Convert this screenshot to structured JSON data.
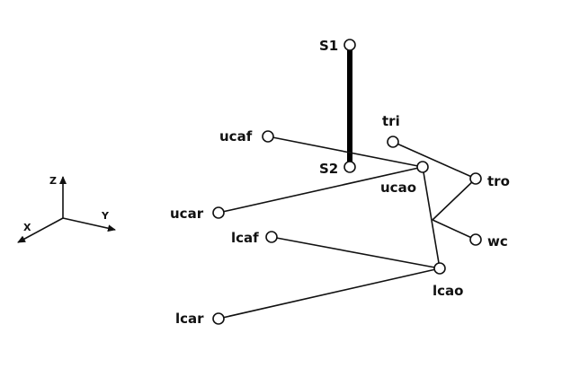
{
  "diagram": {
    "axes": {
      "z": "Z",
      "y": "Y",
      "x": "X"
    },
    "nodes": {
      "S1": "S1",
      "S2": "S2",
      "ucaf": "ucaf",
      "ucao": "ucao",
      "ucar": "ucar",
      "tri": "tri",
      "tro": "tro",
      "wc": "wc",
      "lcaf": "lcaf",
      "lcao": "lcao",
      "lcar": "lcar"
    }
  }
}
